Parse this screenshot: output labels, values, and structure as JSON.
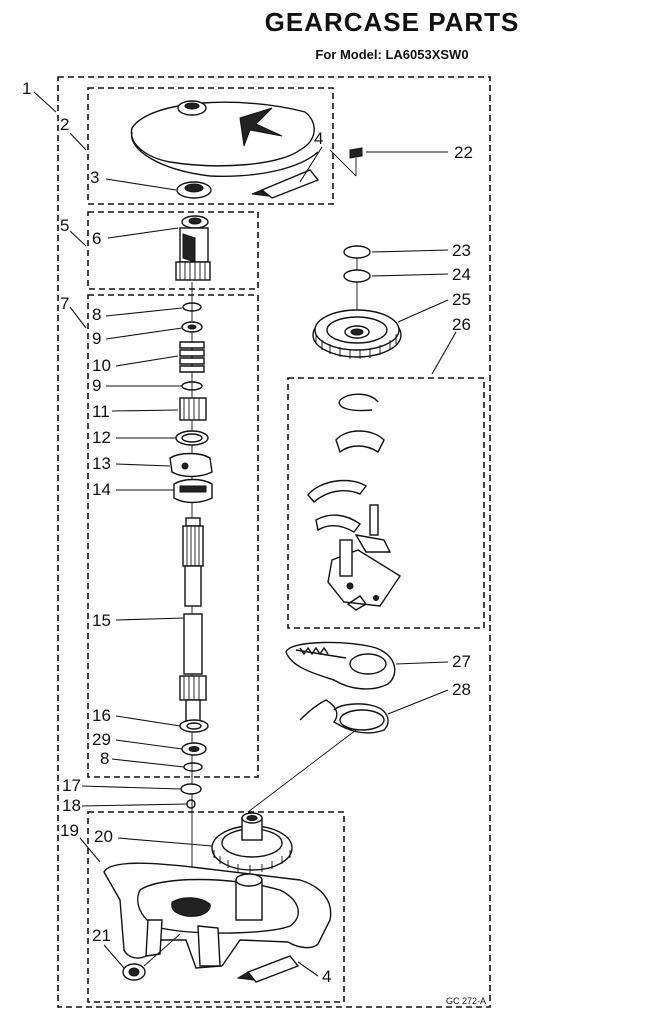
{
  "title": "GEARCASE PARTS",
  "subtitle": "For Model: LA6053XSW0",
  "code": "GC 272-A",
  "callouts": [
    {
      "label": "1"
    },
    {
      "label": "2"
    },
    {
      "label": "3"
    },
    {
      "label": "4"
    },
    {
      "label": "5"
    },
    {
      "label": "6"
    },
    {
      "label": "7"
    },
    {
      "label": "8"
    },
    {
      "label": "9"
    },
    {
      "label": "10"
    },
    {
      "label": "9"
    },
    {
      "label": "11"
    },
    {
      "label": "12"
    },
    {
      "label": "13"
    },
    {
      "label": "14"
    },
    {
      "label": "15"
    },
    {
      "label": "16"
    },
    {
      "label": "29"
    },
    {
      "label": "8"
    },
    {
      "label": "17"
    },
    {
      "label": "18"
    },
    {
      "label": "19"
    },
    {
      "label": "20"
    },
    {
      "label": "21"
    },
    {
      "label": "4"
    },
    {
      "label": "22"
    },
    {
      "label": "23"
    },
    {
      "label": "24"
    },
    {
      "label": "25"
    },
    {
      "label": "26"
    },
    {
      "label": "27"
    },
    {
      "label": "28"
    }
  ]
}
